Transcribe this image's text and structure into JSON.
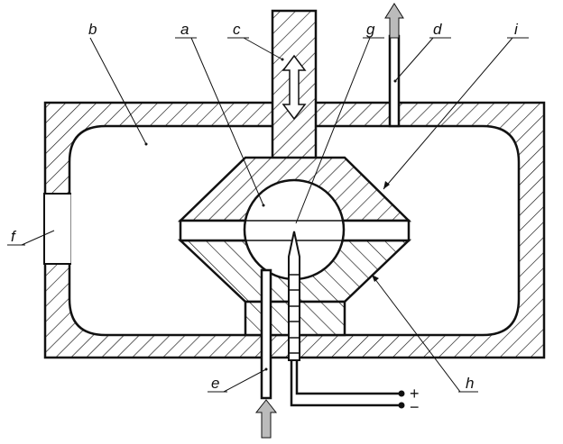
{
  "labels": {
    "a": "a",
    "b": "b",
    "c": "c",
    "d": "d",
    "e": "e",
    "f": "f",
    "g": "g",
    "h": "h",
    "i": "i"
  },
  "terminals": {
    "plus": "+",
    "minus": "−"
  },
  "colors": {
    "line": "#111111",
    "arrow_fill": "#bbbbbb",
    "background": "#ffffff"
  }
}
